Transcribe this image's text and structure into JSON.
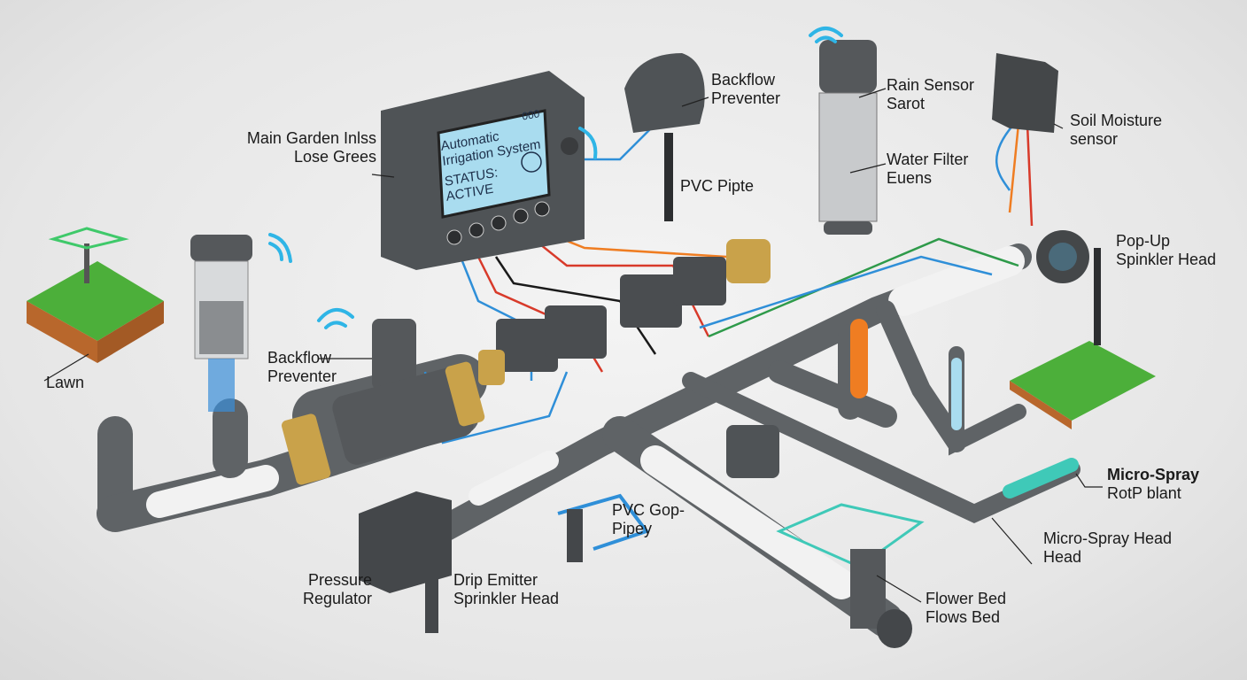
{
  "title": "Automatic Irrigation System Diagram",
  "controller_screen": {
    "line1": "Automatic",
    "line2": "Irrigation System",
    "status_label": "STATUS:",
    "status_value": "ACTIVE",
    "counter": "000"
  },
  "labels": {
    "main_inlet": [
      "Main Garden Inlss",
      "Lose Grees"
    ],
    "backflow_top": [
      "Backflow",
      "Preventer"
    ],
    "pvc_pipe_top": [
      "PVC Pipte"
    ],
    "rain_sensor": [
      "Rain Sensor",
      "Sarot"
    ],
    "water_filter": [
      "Water Filter",
      "Euens"
    ],
    "soil_moisture": [
      "Soil Moisture",
      "sensor"
    ],
    "popup_sprinkler": [
      "Pop-Up",
      "Spinkler Head"
    ],
    "lawn": [
      "Lawn"
    ],
    "backflow_left": [
      "Backflow",
      "Preventer"
    ],
    "micro_spray_top": [
      "Micro-Spray",
      "RotP blant"
    ],
    "micro_spray_head": [
      "Micro-Spray Head",
      "Head"
    ],
    "pvc_gop": [
      "PVC Gop-",
      "Pipey"
    ],
    "pressure_regulator": [
      "Pressure",
      "Regulator"
    ],
    "drip_emitter": [
      "Drip Emitter",
      "Sprinkler Head"
    ],
    "flower_bed": [
      "Flower Bed",
      "Flows Bed"
    ]
  },
  "colors": {
    "pipe_gray": "#5f6366",
    "pipe_white": "#f2f2f2",
    "screen": "#a9dcef",
    "wire_blue": "#2f8fd8",
    "wire_red": "#d83a2a",
    "wire_green": "#2e9a4a",
    "fitting_orange": "#ef7d22",
    "fitting_teal": "#3fc9b8",
    "brass": "#c9a24a",
    "grass": "#4caf3a",
    "soil": "#b8672c"
  }
}
